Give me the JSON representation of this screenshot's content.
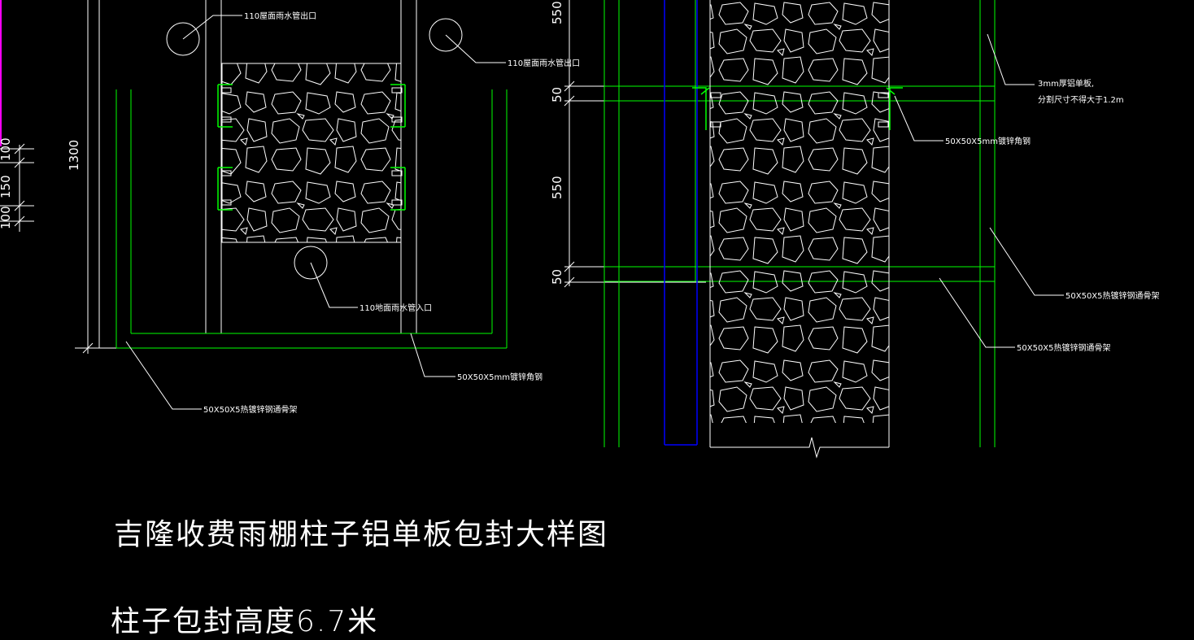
{
  "drawing": {
    "title": "吉隆收费雨棚柱子铝单板包封大样图",
    "subtitle": "柱子包封高度6.7米"
  },
  "left_plan": {
    "labels": {
      "roof_outlet_1": "110屋面雨水管出口",
      "roof_outlet_2": "110屋面雨水管出口",
      "ground_inlet": "110地面雨水管入口",
      "angle_steel": "50X50X5mm镀锌角钢",
      "frame": "50X50X5热镀锌钢通骨架"
    },
    "dims": {
      "height": "1300",
      "d1": "100",
      "d2": "150",
      "d3": "100"
    }
  },
  "right_section": {
    "labels": {
      "panel": "3mm厚铝单板,",
      "panel_note": "分割尺寸不得大于1.2m",
      "angle_steel": "50X50X5mm镀锌角钢",
      "frame_1": "50X50X5热镀锌钢通骨架",
      "frame_2": "50X50X5热镀锌钢通骨架"
    },
    "dims": {
      "top": "550",
      "gap_1": "50",
      "mid": "550",
      "gap_2": "50"
    }
  },
  "colors": {
    "background": "#000000",
    "lines": "#ffffff",
    "frame": "#00ff00",
    "pipe": "#0000ff",
    "border": "#ff00ff"
  }
}
